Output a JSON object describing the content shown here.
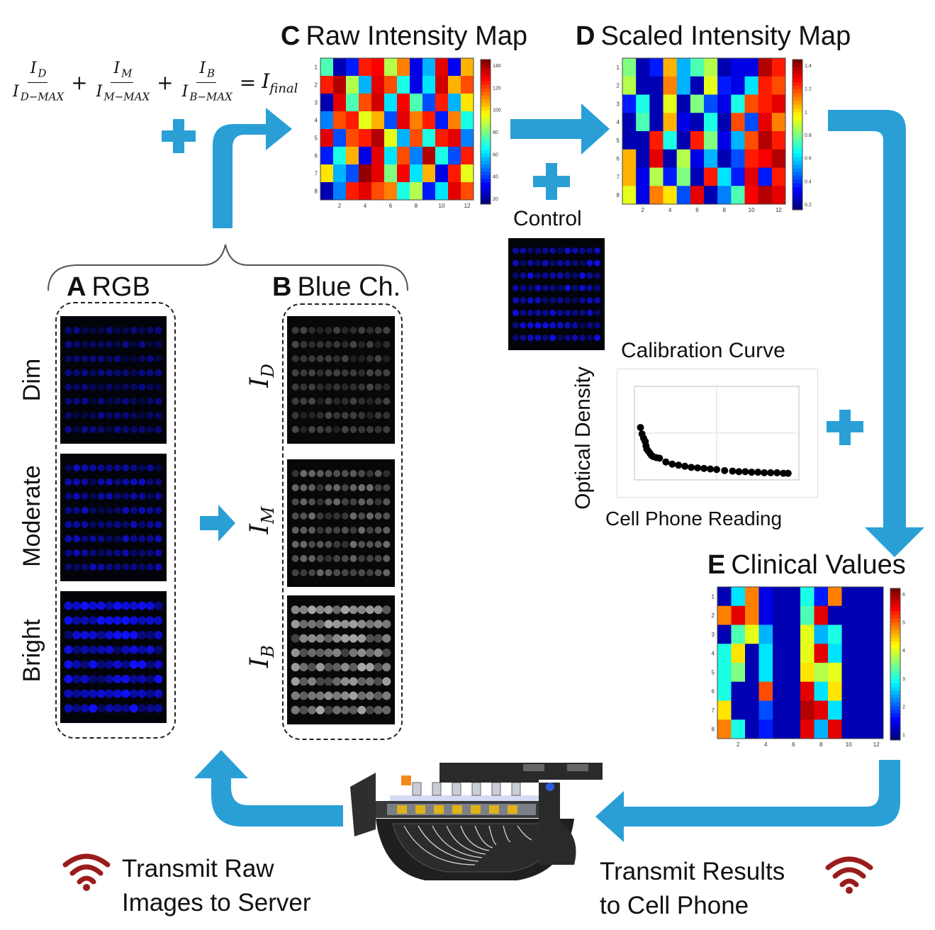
{
  "titles": {
    "c_letter": "C",
    "c_text": "Raw Intensity Map",
    "d_letter": "D",
    "d_text": "Scaled Intensity Map",
    "e_letter": "E",
    "e_text": "Clinical Values",
    "a_letter": "A",
    "a_text": "RGB",
    "b_letter": "B",
    "b_text": "Blue Ch."
  },
  "formula": {
    "t1_num": "I",
    "t1_num_sub": "D",
    "t1_den": "I",
    "t1_den_sub": "D−MAX",
    "t2_num": "I",
    "t2_num_sub": "M",
    "t2_den": "I",
    "t2_den_sub": "M−MAX",
    "t3_num": "I",
    "t3_num_sub": "B",
    "t3_den": "I",
    "t3_den_sub": "B−MAX",
    "plus": "+",
    "equals": "=",
    "result": "I",
    "result_sub": "final"
  },
  "rows": {
    "dim": "Dim",
    "moderate": "Moderate",
    "bright": "Bright"
  },
  "blue_labels": {
    "d": "D",
    "m": "M",
    "b": "B",
    "base": "I"
  },
  "control_label": "Control",
  "calibration": {
    "title": "Calibration  Curve",
    "xlabel": "Cell Phone Reading",
    "ylabel": "Optical Density"
  },
  "bottom": {
    "left_line1": "Transmit Raw",
    "left_line2": "Images to Server",
    "right_line1": "Transmit Results",
    "right_line2": "to Cell Phone"
  },
  "colors": {
    "arrow": "#2a9fd6",
    "wifi": "#9b1c1c",
    "plate_dot": "#1010ff"
  },
  "heatmaps": {
    "x_ticks": [
      "2",
      "4",
      "6",
      "8",
      "10",
      "12"
    ],
    "y_ticks": [
      "1",
      "2",
      "3",
      "4",
      "5",
      "6",
      "7",
      "8"
    ],
    "c_colorbar": [
      "140",
      "120",
      "100",
      "80",
      "60",
      "40",
      "20"
    ],
    "d_colorbar": [
      "1.4",
      "1.2",
      "1",
      "0.8",
      "0.6",
      "0.4",
      "0.2"
    ],
    "e_colorbar": [
      "6",
      "5",
      "4",
      "3",
      "2",
      "1"
    ],
    "c_grid": [
      [
        0.45,
        0.05,
        0.15,
        0.85,
        0.88,
        0.55,
        0.75,
        0.1,
        0.3,
        0.9,
        0.12,
        0.7
      ],
      [
        0.85,
        0.95,
        0.55,
        0.3,
        0.9,
        0.8,
        0.4,
        0.1,
        0.35,
        0.92,
        0.7,
        0.8
      ],
      [
        0.05,
        0.9,
        0.45,
        0.8,
        0.92,
        0.35,
        0.88,
        0.45,
        0.2,
        0.85,
        0.3,
        0.65
      ],
      [
        0.25,
        0.8,
        0.85,
        0.6,
        0.7,
        0.2,
        0.9,
        0.75,
        0.85,
        0.15,
        0.75,
        0.4
      ],
      [
        0.9,
        0.2,
        0.8,
        0.85,
        0.95,
        0.6,
        0.3,
        0.8,
        0.4,
        0.85,
        0.9,
        0.25
      ],
      [
        0.15,
        0.4,
        0.7,
        0.1,
        0.9,
        0.35,
        0.8,
        0.25,
        0.95,
        0.4,
        0.2,
        0.85
      ],
      [
        0.65,
        0.3,
        0.2,
        0.98,
        0.9,
        0.5,
        0.88,
        0.35,
        0.7,
        0.1,
        0.85,
        0.6
      ],
      [
        0.05,
        0.25,
        0.85,
        0.9,
        0.8,
        0.75,
        0.4,
        0.55,
        0.15,
        0.35,
        0.9,
        0.8
      ]
    ],
    "d_grid": [
      [
        0.5,
        0.05,
        0.15,
        0.7,
        0.3,
        0.45,
        0.55,
        0.05,
        0.1,
        0.1,
        0.95,
        0.85
      ],
      [
        0.55,
        0.05,
        0.05,
        0.75,
        0.3,
        0.05,
        0.6,
        0.15,
        0.1,
        0.35,
        0.85,
        0.8
      ],
      [
        0.15,
        0.4,
        0.05,
        0.6,
        0.05,
        0.5,
        0.2,
        0.1,
        0.4,
        0.8,
        0.85,
        0.9
      ],
      [
        0.05,
        0.45,
        0.05,
        0.7,
        0.1,
        0.05,
        0.4,
        0.05,
        0.8,
        0.2,
        0.9,
        0.75
      ],
      [
        0.05,
        0.05,
        0.85,
        0.4,
        0.05,
        0.85,
        0.5,
        0.1,
        0.3,
        0.8,
        0.95,
        0.85
      ],
      [
        0.7,
        0.05,
        0.9,
        0.05,
        0.55,
        0.1,
        0.3,
        0.05,
        0.2,
        0.85,
        0.88,
        0.95
      ],
      [
        0.7,
        0.1,
        0.55,
        0.15,
        0.5,
        0.05,
        0.85,
        0.35,
        0.15,
        0.9,
        0.15,
        0.85
      ],
      [
        0.6,
        0.1,
        0.75,
        0.65,
        0.2,
        0.9,
        0.05,
        0.25,
        0.45,
        0.88,
        0.95,
        0.9
      ]
    ],
    "e_grid": [
      [
        0.05,
        0.35,
        0.75,
        0.1,
        0.05,
        0.05,
        0.4,
        0.15,
        0.75,
        0.05,
        0.05,
        0.05
      ],
      [
        0.75,
        0.9,
        0.75,
        0.1,
        0.05,
        0.05,
        0.45,
        0.9,
        0.05,
        0.05,
        0.05,
        0.05
      ],
      [
        0.05,
        0.45,
        0.6,
        0.3,
        0.05,
        0.05,
        0.6,
        0.3,
        0.4,
        0.05,
        0.05,
        0.05
      ],
      [
        0.4,
        0.65,
        0.05,
        0.35,
        0.05,
        0.05,
        0.6,
        0.9,
        0.35,
        0.05,
        0.05,
        0.05
      ],
      [
        0.4,
        0.5,
        0.05,
        0.35,
        0.05,
        0.05,
        0.65,
        0.55,
        0.6,
        0.05,
        0.05,
        0.05
      ],
      [
        0.4,
        0.05,
        0.05,
        0.8,
        0.05,
        0.05,
        0.9,
        0.35,
        0.65,
        0.05,
        0.05,
        0.05
      ],
      [
        0.65,
        0.05,
        0.05,
        0.2,
        0.05,
        0.05,
        0.95,
        0.9,
        0.35,
        0.05,
        0.05,
        0.05
      ],
      [
        0.75,
        0.4,
        0.05,
        0.15,
        0.05,
        0.05,
        0.9,
        0.3,
        0.9,
        0.05,
        0.05,
        0.05
      ]
    ]
  },
  "curve_points": [
    [
      0.02,
      0.92
    ],
    [
      0.03,
      0.8
    ],
    [
      0.04,
      0.72
    ],
    [
      0.05,
      0.66
    ],
    [
      0.055,
      0.58
    ],
    [
      0.06,
      0.52
    ],
    [
      0.07,
      0.48
    ],
    [
      0.08,
      0.44
    ],
    [
      0.09,
      0.4
    ],
    [
      0.1,
      0.38
    ],
    [
      0.12,
      0.36
    ],
    [
      0.14,
      0.35
    ],
    [
      0.18,
      0.28
    ],
    [
      0.22,
      0.24
    ],
    [
      0.26,
      0.22
    ],
    [
      0.3,
      0.2
    ],
    [
      0.34,
      0.18
    ],
    [
      0.38,
      0.17
    ],
    [
      0.42,
      0.16
    ],
    [
      0.46,
      0.15
    ],
    [
      0.5,
      0.14
    ],
    [
      0.55,
      0.12
    ],
    [
      0.6,
      0.11
    ],
    [
      0.64,
      0.1
    ],
    [
      0.68,
      0.1
    ],
    [
      0.72,
      0.09
    ],
    [
      0.76,
      0.09
    ],
    [
      0.8,
      0.08
    ],
    [
      0.84,
      0.08
    ],
    [
      0.88,
      0.08
    ],
    [
      0.92,
      0.07
    ],
    [
      0.95,
      0.07
    ]
  ]
}
